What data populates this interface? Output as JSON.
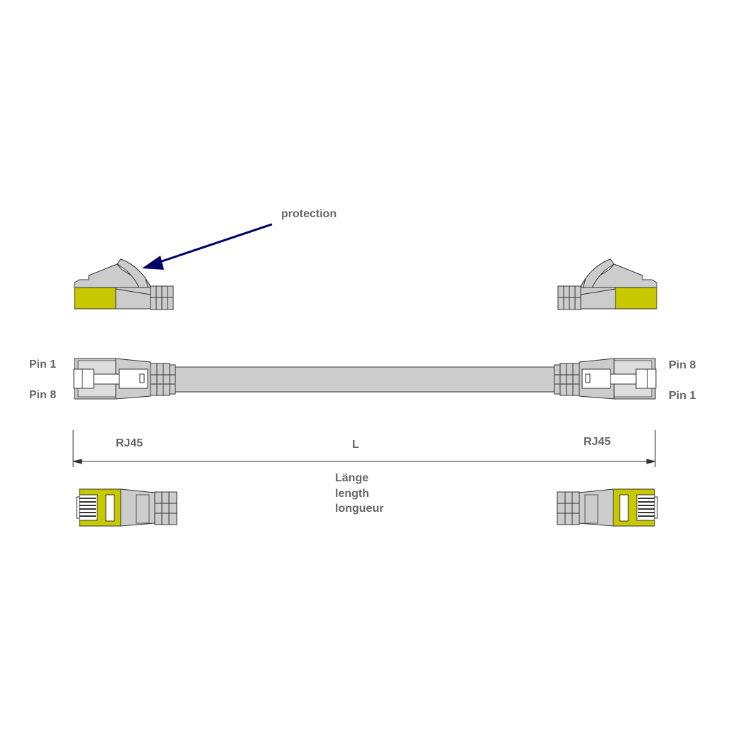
{
  "labels": {
    "protection": "protection",
    "left_pin_top": "Pin 1",
    "left_pin_bottom": "Pin 8",
    "right_pin_top": "Pin 8",
    "right_pin_bottom": "Pin 1",
    "left_connector": "RJ45",
    "right_connector": "RJ45",
    "length_symbol": "L",
    "length_de": "Länge",
    "length_en": "length",
    "length_fr": "longueur"
  },
  "colors": {
    "plug_yellow": "#c8c800",
    "body_grey": "#cccccc",
    "arrow": "#000066",
    "text": "#666666"
  }
}
